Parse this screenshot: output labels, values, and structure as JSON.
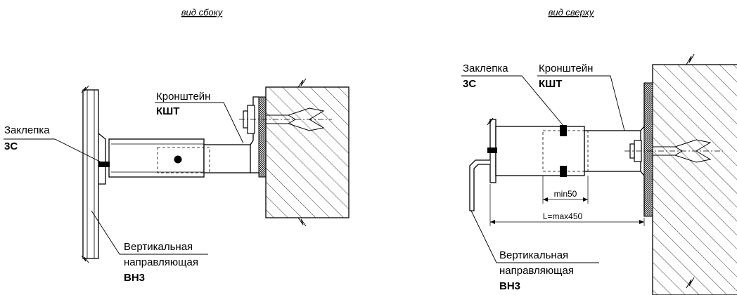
{
  "side_view": {
    "title": "вид сбоку",
    "rivet": {
      "name": "Заклепка",
      "code": "3С"
    },
    "bracket": {
      "name": "Кронштейн",
      "code": "КШТ"
    },
    "guide": {
      "line1": "Вертикальная",
      "line2": "направляющая",
      "code": "ВН3"
    }
  },
  "top_view": {
    "title": "вид сверху",
    "rivet": {
      "name": "Заклепка",
      "code": "3С"
    },
    "bracket": {
      "name": "Кронштейн",
      "code": "КШТ"
    },
    "guide": {
      "line1": "Вертикальная",
      "line2": "направляющая",
      "code": "ВН3"
    },
    "dim_min": "min50",
    "dim_max": "L=max450"
  }
}
